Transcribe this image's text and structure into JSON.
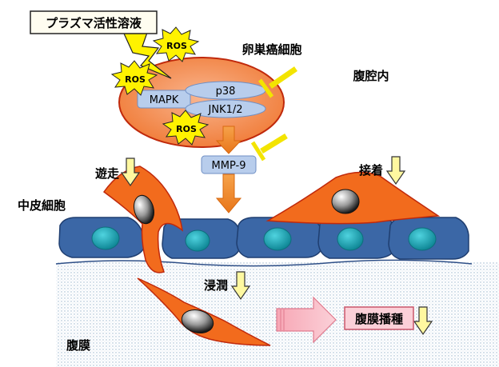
{
  "labels": {
    "plasma_liquid": "プラズマ活性溶液",
    "ovarian_cancer_cell": "卵巣癌細胞",
    "peritoneal_cavity": "腹腔内",
    "mapk": "MAPK",
    "p38": "p38",
    "jnk": "JNK1/2",
    "ros": "ROS",
    "mmp9": "MMP-9",
    "migration": "遊走",
    "adhesion": "接着",
    "mesothelial_cell": "中皮細胞",
    "invasion": "浸潤",
    "dissemination": "腹膜播種",
    "peritoneum": "腹膜"
  },
  "colors": {
    "cell_orange": "#f26b1d",
    "cancer_outline": "#c0290b",
    "meso_blue": "#3b67a6",
    "meso_nucleus": "#19a5b4",
    "pill_blue": "#b8cdec",
    "arrow_orange": "#f08a24",
    "inhibit_yellow": "#f3e400",
    "ros_yellow": "#fff200",
    "pink_arrow": "#f9b8c4"
  }
}
